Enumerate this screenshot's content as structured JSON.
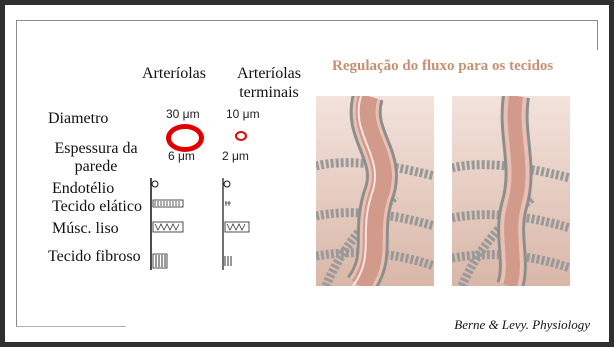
{
  "columns": {
    "arteriolas": "Arteríolas",
    "terminais": "Arteríolas terminais"
  },
  "rows": {
    "diametro": "Diametro",
    "espessura": "Espessura da parede",
    "endotelio": "Endotélio",
    "elastico": "Tecido elático",
    "musc": "Músc. liso",
    "fibroso": "Tecido fibroso"
  },
  "measurements": {
    "diam_arteriolas": "30 μm",
    "diam_terminais": "10 μm",
    "wall_arteriolas": "6 μm",
    "wall_terminais": "2 μm"
  },
  "title": "Regulação do fluxo para os tecidos",
  "credit": "Berne & Levy. Physiology",
  "colors": {
    "title": "#c98f73",
    "vessel_ring": "#e00000",
    "frame": "#2f2f2f"
  }
}
